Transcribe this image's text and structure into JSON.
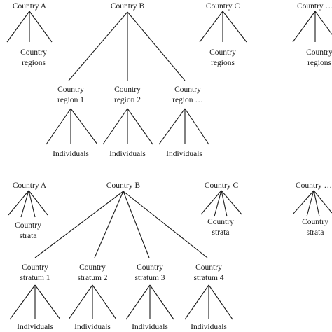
{
  "diagrams": [
    {
      "id": "regions-diagram",
      "top_level": [
        {
          "label": "Country A",
          "children_label": [
            "Country",
            "regions"
          ]
        },
        {
          "label": "Country B",
          "children": [
            {
              "label": [
                "Country",
                "region 1"
              ],
              "leaf": "Individuals"
            },
            {
              "label": [
                "Country",
                "region 2"
              ],
              "leaf": "Individuals"
            },
            {
              "label": [
                "Country",
                "region …"
              ],
              "leaf": "Individuals"
            }
          ]
        },
        {
          "label": "Country C",
          "children_label": [
            "Country",
            "regions"
          ]
        },
        {
          "label": "Country …",
          "children_label": [
            "Country",
            "regions"
          ]
        }
      ]
    },
    {
      "id": "strata-diagram",
      "top_level": [
        {
          "label": "Country A",
          "children_label": [
            "Country",
            "strata"
          ]
        },
        {
          "label": "Country B",
          "children": [
            {
              "label": [
                "Country",
                "stratum 1"
              ],
              "leaf": "Individuals"
            },
            {
              "label": [
                "Country",
                "stratum 2"
              ],
              "leaf": "Individuals"
            },
            {
              "label": [
                "Country",
                "stratum 3"
              ],
              "leaf": "Individuals"
            },
            {
              "label": [
                "Country",
                "stratum 4"
              ],
              "leaf": "Individuals"
            }
          ]
        },
        {
          "label": "Country C",
          "children_label": [
            "Country",
            "strata"
          ]
        },
        {
          "label": "Country …",
          "children_label": [
            "Country",
            "strata"
          ]
        }
      ]
    }
  ]
}
